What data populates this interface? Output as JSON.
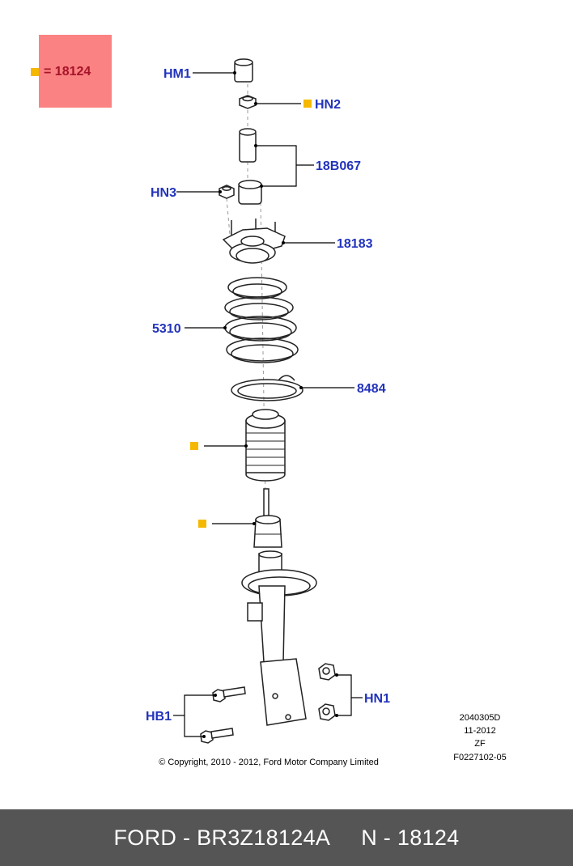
{
  "colors": {
    "label": "#2233bb",
    "marker": "#f5b800",
    "highlight": "#fb8282",
    "highlight_text": "#a5142a",
    "footer_bg": "#555555"
  },
  "legend": {
    "text": "= 18124"
  },
  "labels": {
    "hm1": "HM1",
    "hn2": "HN2",
    "hn3": "HN3",
    "b18b067": "18B067",
    "p18183": "18183",
    "p5310": "5310",
    "p8484": "8484",
    "hn1": "HN1",
    "hb1": "HB1"
  },
  "info": {
    "line1": "2040305D",
    "line2": "11-2012",
    "line3": "ZF",
    "line4": "F0227102-05"
  },
  "copyright": "© Copyright, 2010 - 2012, Ford Motor Company Limited",
  "footer": {
    "part": "FORD - BR3Z18124A",
    "ref": "N - 18124"
  }
}
